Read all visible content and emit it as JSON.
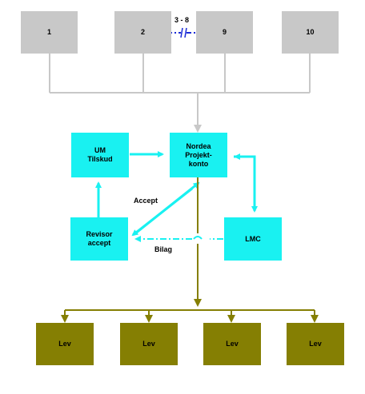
{
  "top_boxes": [
    {
      "label": "1"
    },
    {
      "label": "2"
    },
    {
      "label": "9"
    },
    {
      "label": "10"
    }
  ],
  "range_label": "3 - 8",
  "center": {
    "um_tilskud": "UM\nTilskud",
    "nordea": "Nordea\nProjekt-\nkonto",
    "revisor": "Revisor\naccept",
    "lmc": "LMC"
  },
  "edge_labels": {
    "accept": "Accept",
    "bilag": "Bilag"
  },
  "lev_boxes": [
    {
      "label": "Lev"
    },
    {
      "label": "Lev"
    },
    {
      "label": "Lev"
    },
    {
      "label": "Lev"
    }
  ],
  "colors": {
    "grey_box": "#c8c8c8",
    "grey_line": "#c8c8c8",
    "cyan": "#19f1f1",
    "olive": "#857f03",
    "blue_dash": "#1a2bd6"
  }
}
